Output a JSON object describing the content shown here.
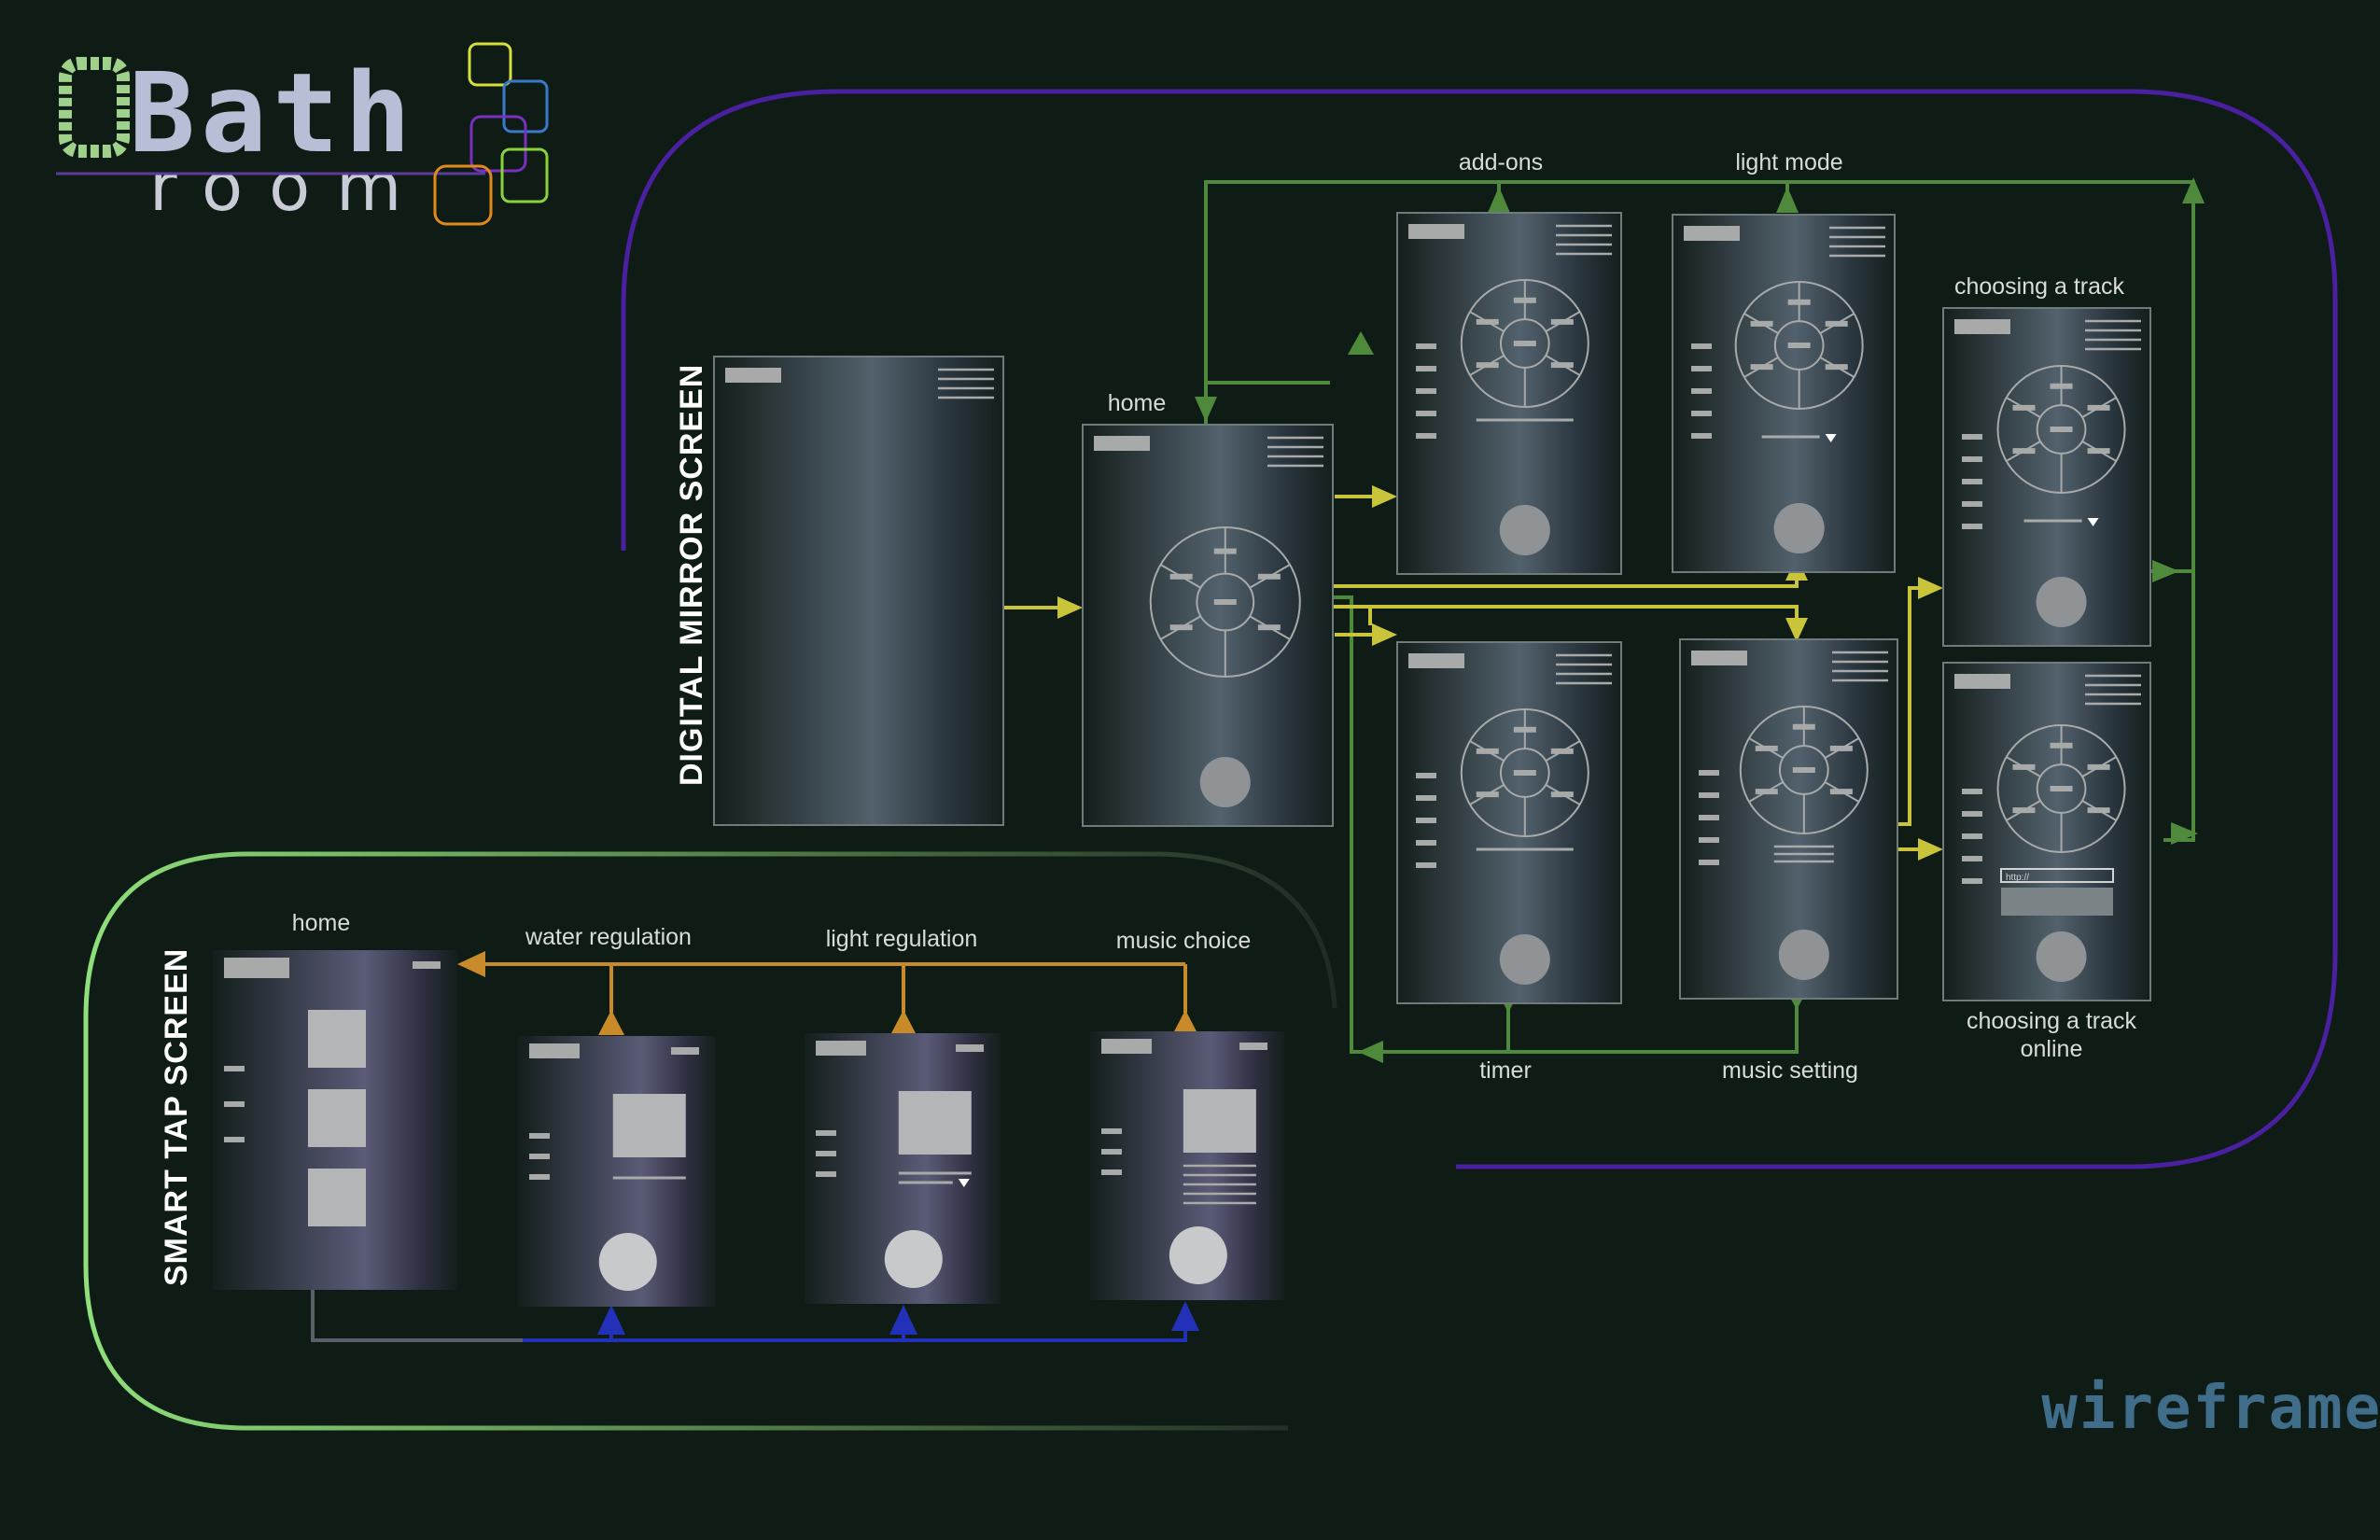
{
  "logo": {
    "word_main": "Bath",
    "word_sub": "room",
    "colors": [
      "#9fd18b",
      "#b7bfd6",
      "#d6e03a",
      "#3a78c8",
      "#7a2fc0",
      "#8ad23a",
      "#e08a1e"
    ]
  },
  "sections": {
    "digital_mirror": "DIGITAL MIRROR SCREEN",
    "smart_tap": "SMART TAP SCREEN"
  },
  "mirror_labels": {
    "home": "home",
    "add_ons": "add-ons",
    "light_mode": "light mode",
    "choosing_track": "choosing a track",
    "timer": "timer",
    "music_setting": "music setting",
    "choosing_track_online_1": "choosing a track",
    "choosing_track_online_2": "online",
    "url_field": "http://"
  },
  "tap_labels": {
    "home": "home",
    "water_regulation": "water regulation",
    "light_regulation": "light regulation",
    "music_choice": "music choice"
  },
  "footer": {
    "wireframes": "wireframes"
  },
  "colors": {
    "background": "#0f1c16",
    "mirror_loop": "#4a1fa0",
    "tap_loop": "#8fe07a",
    "flow_yellow": "#c9c43a",
    "flow_green": "#4f8a3c",
    "flow_orange": "#c98a2a",
    "flow_blue": "#2331b8"
  }
}
